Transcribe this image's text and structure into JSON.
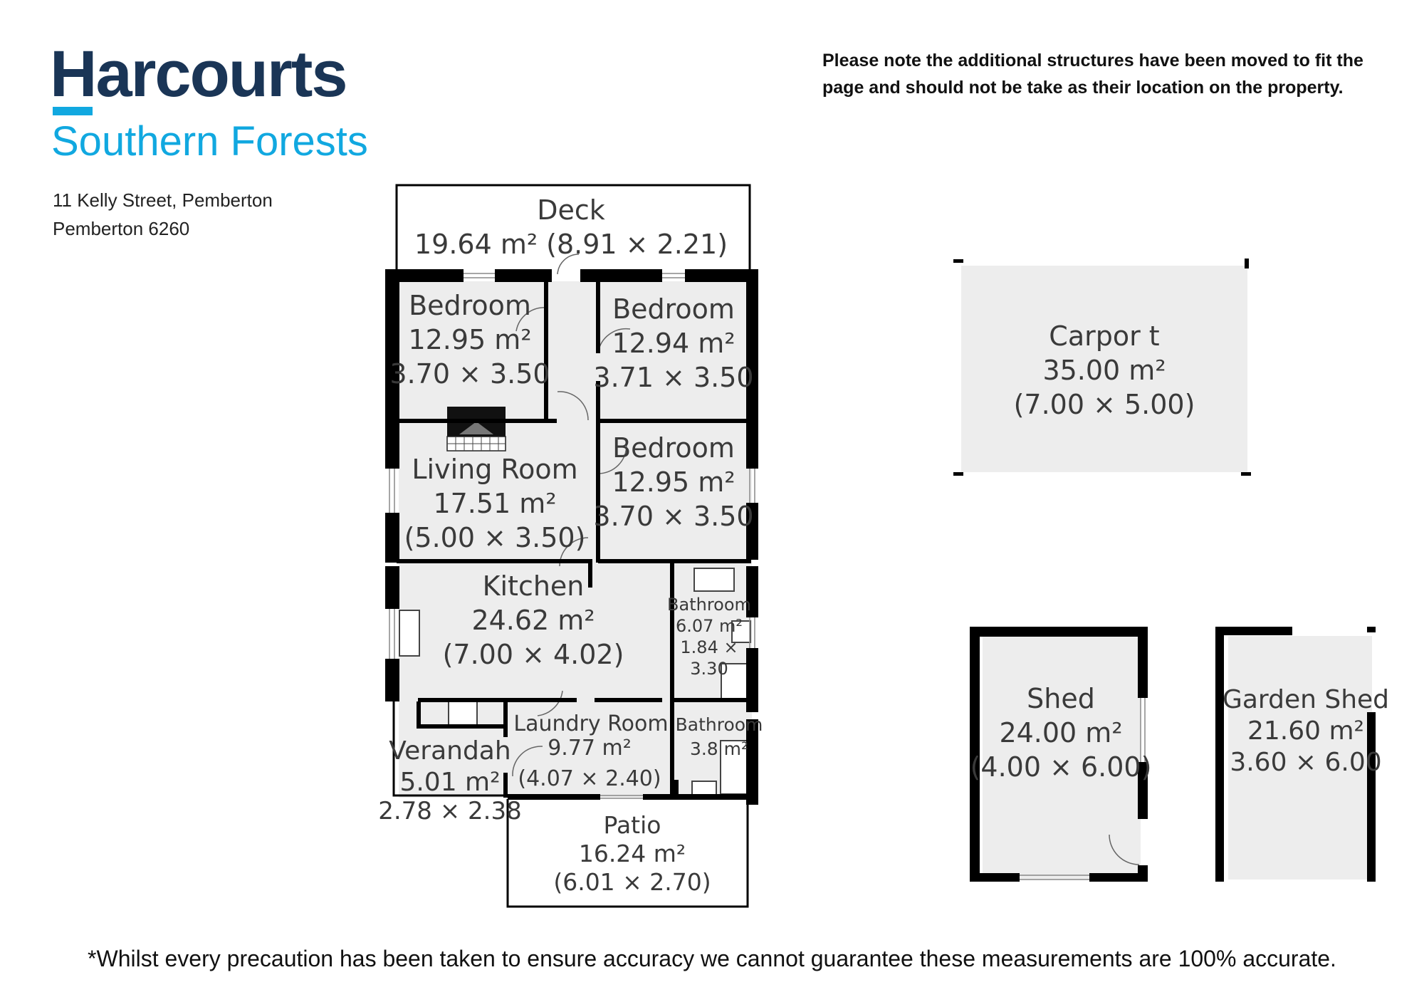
{
  "header": {
    "brand": "Harcourts",
    "office": "Southern Forests",
    "address_line1": "11 Kelly Street, Pemberton",
    "address_line2": "Pemberton 6260"
  },
  "note": "Please note the additional structures have been moved to fit the page and should not be take as their location on the property.",
  "disclaimer": "*Whilst every precaution has been taken to ensure accuracy we cannot guarantee these measurements are 100% accurate.",
  "colors": {
    "brand_navy": "#1a3556",
    "brand_cyan": "#11a8e0",
    "room_fill": "#ededed",
    "wall": "#000000"
  },
  "rooms": {
    "deck": {
      "name": "Deck",
      "area": "19.64 m² (8.91 × 2.21)"
    },
    "bedroom1": {
      "name": "Bedroom",
      "area": "12.95 m²",
      "dims": "3.70 × 3.50"
    },
    "bedroom2": {
      "name": "Bedroom",
      "area": "12.94 m²",
      "dims": "3.71 × 3.50"
    },
    "bedroom3": {
      "name": "Bedroom",
      "area": "12.95 m²",
      "dims": "3.70 × 3.50"
    },
    "living": {
      "name": "Living Room",
      "area": "17.51 m²",
      "dims": "(5.00 × 3.50)"
    },
    "kitchen": {
      "name": "Kitchen",
      "area": "24.62 m²",
      "dims": "(7.00 × 4.02)"
    },
    "bathroom1": {
      "name": "Bathroom",
      "area": "6.07 m²",
      "dims1": "1.84 ×",
      "dims2": "3.30"
    },
    "laundry": {
      "name": "Laundry Room",
      "area": "9.77 m²",
      "dims": "(4.07 × 2.40)"
    },
    "bathroom2": {
      "name": "Bathroom",
      "area": "3.8 m²"
    },
    "verandah": {
      "name": "Verandah",
      "area": "5.01 m²",
      "dims": "2.78 × 2.38"
    },
    "patio": {
      "name": "Patio",
      "area": "16.24 m²",
      "dims": "(6.01 × 2.70)"
    },
    "carport": {
      "name": "Carpor t",
      "area": "35.00 m²",
      "dims": "(7.00 × 5.00)"
    },
    "shed": {
      "name": "Shed",
      "area": "24.00 m²",
      "dims": "(4.00 × 6.00)"
    },
    "garden_shed": {
      "name": "Garden Shed",
      "area": "21.60 m²",
      "dims": "3.60 × 6.00"
    }
  }
}
